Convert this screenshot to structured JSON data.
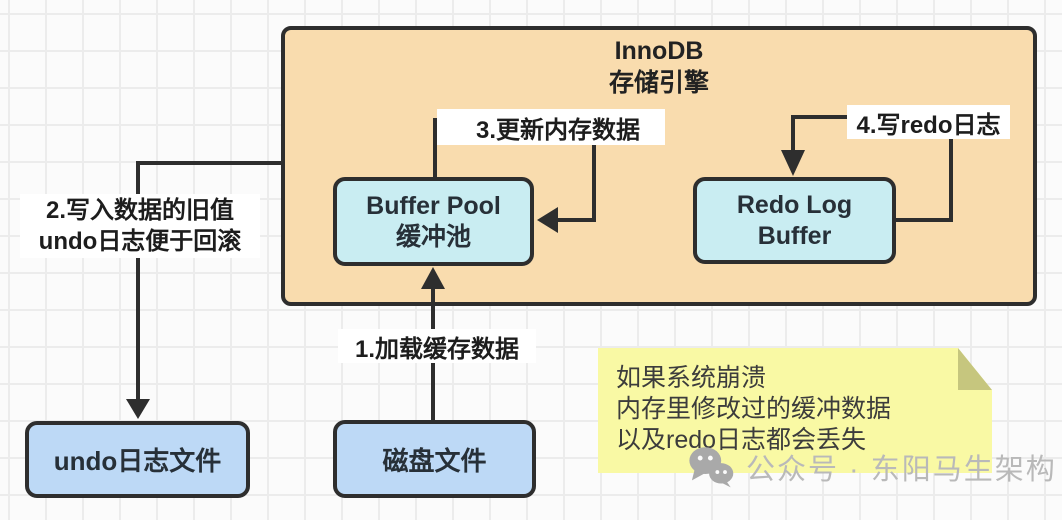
{
  "container": {
    "title_line1": "InnoDB",
    "title_line2": "存储引擎"
  },
  "nodes": {
    "buffer_pool": {
      "line1": "Buffer Pool",
      "line2": "缓冲池"
    },
    "redo_log_buffer": {
      "line1": "Redo Log",
      "line2": "Buffer"
    },
    "undo_log_file": {
      "label": "undo日志文件"
    },
    "disk_file": {
      "label": "磁盘文件"
    }
  },
  "steps": {
    "step1": "1.加载缓存数据",
    "step2_line1": "2.写入数据的旧值",
    "step2_line2": "undo日志便于回滚",
    "step3": "3.更新内存数据",
    "step4": "4.写redo日志"
  },
  "note": {
    "line1": "如果系统崩溃",
    "line2": "内存里修改过的缓冲数据",
    "line3": "以及redo日志都会丢失"
  },
  "watermark": {
    "icon": "wechat-icon",
    "text": "公众号 · 东阳马生架构"
  },
  "colors": {
    "container_fill": "#f9dcae",
    "memory_box_fill": "#c9edf2",
    "file_box_fill": "#bdd9f6",
    "note_fill": "#f9f9a4",
    "note_fold": "#c6c67e",
    "line": "#2e2e2e",
    "watermark_text": "#b9b9b9"
  }
}
